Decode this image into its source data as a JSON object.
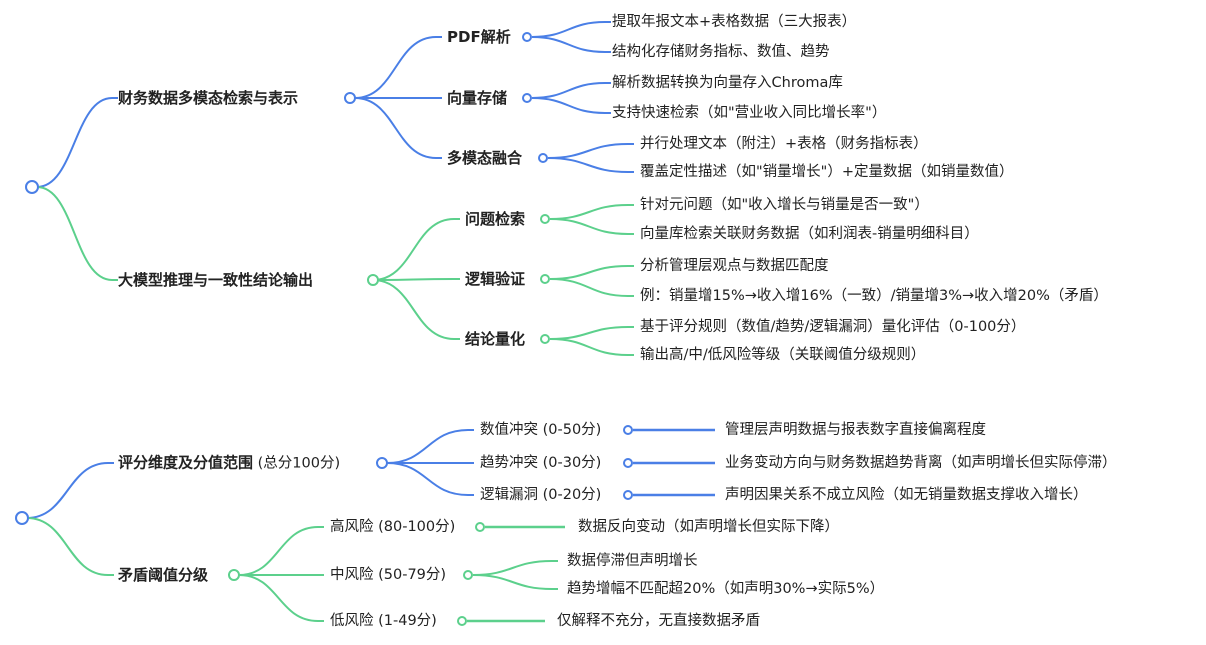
{
  "colors": {
    "blue": "#4a7fe6",
    "green": "#5cd08c"
  },
  "top_map": {
    "branches": [
      {
        "label": "财务数据多模态检索与表示",
        "color": "blue",
        "children": [
          {
            "label": "PDF解析",
            "leaves": [
              "提取年报文本+表格数据（三大报表）",
              "结构化存储财务指标、数值、趋势"
            ]
          },
          {
            "label": "向量存储",
            "leaves": [
              "解析数据转换为向量存入Chroma库",
              "支持快速检索（如\"营业收入同比增长率\"）"
            ]
          },
          {
            "label": "多模态融合",
            "leaves": [
              "并行处理文本（附注）+表格（财务指标表）",
              "覆盖定性描述（如\"销量增长\"）+定量数据（如销量数值）"
            ]
          }
        ]
      },
      {
        "label": "大模型推理与一致性结论输出",
        "color": "green",
        "children": [
          {
            "label": "问题检索",
            "leaves": [
              "针对元问题（如\"收入增长与销量是否一致\"）",
              "向量库检索关联财务数据（如利润表-销量明细科目）"
            ]
          },
          {
            "label": "逻辑验证",
            "leaves": [
              "分析管理层观点与数据匹配度",
              "例：销量增15%→收入增16%（一致）/销量增3%→收入增20%（矛盾）"
            ]
          },
          {
            "label": "结论量化",
            "leaves": [
              "基于评分规则（数值/趋势/逻辑漏洞）量化评估（0-100分）",
              "输出高/中/低风险等级（关联阈值分级规则）"
            ]
          }
        ]
      }
    ]
  },
  "bottom_map": {
    "branches": [
      {
        "label": "评分维度及分值范围",
        "suffix": " (总分100分)",
        "color": "blue",
        "children": [
          {
            "label": "数值冲突 (0-50分)",
            "leaves": [
              "管理层声明数据与报表数字直接偏离程度"
            ]
          },
          {
            "label": "趋势冲突 (0-30分)",
            "leaves": [
              "业务变动方向与财务数据趋势背离（如声明增长但实际停滞）"
            ]
          },
          {
            "label": "逻辑漏洞 (0-20分)",
            "leaves": [
              "声明因果关系不成立风险（如无销量数据支撑收入增长）"
            ]
          }
        ]
      },
      {
        "label": "矛盾阈值分级",
        "color": "green",
        "children": [
          {
            "label": "高风险 (80-100分)",
            "leaves": [
              "数据反向变动（如声明增长但实际下降）"
            ]
          },
          {
            "label": "中风险 (50-79分)",
            "leaves": [
              "数据停滞但声明增长",
              "趋势增幅不匹配超20%（如声明30%→实际5%）"
            ]
          },
          {
            "label": "低风险 (1-49分)",
            "leaves": [
              "仅解释不充分，无直接数据矛盾"
            ]
          }
        ]
      }
    ]
  }
}
